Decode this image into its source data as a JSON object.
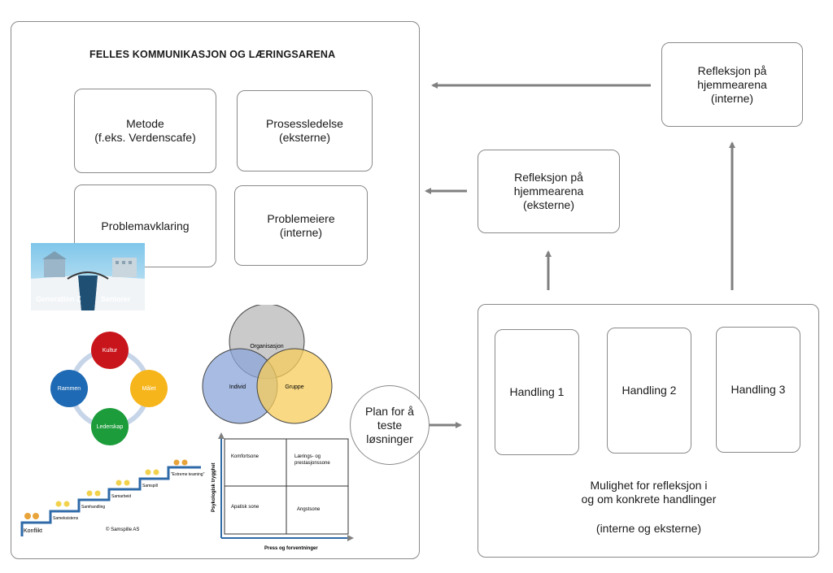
{
  "main_arena": {
    "title": "FELLES KOMMUNIKASJON OG LÆRINGSARENA",
    "boxes": [
      {
        "label": "Metode\n(f.eks. Verdenscafe)"
      },
      {
        "label": "Prosessledelse\n(eksterne)"
      },
      {
        "label": "Problemavklaring"
      },
      {
        "label": "Problemeiere\n(interne)"
      }
    ],
    "generation_image": {
      "left_label": "Generation Z",
      "right_label": "Seniorer"
    },
    "culture_cycle": {
      "top": "Kultur",
      "left": "Rammen",
      "right": "Målet",
      "bottom": "Lederskap",
      "colors": {
        "top": "#c8151b",
        "left": "#1f6ab4",
        "right": "#f7b51c",
        "bottom": "#1c9c3b"
      }
    },
    "venn": {
      "top": "Organisasjon",
      "left": "Individ",
      "right": "Gruppe"
    },
    "stairs": {
      "steps": [
        "Konflikt",
        "Sameksistens",
        "Samhandling",
        "Samarbeid",
        "Samspill",
        "\"Extreme teaming\""
      ],
      "credit": "© Samspille AS"
    },
    "quadrant": {
      "cells": [
        "Komfortsone",
        "Lærings- og\nprestasjonssone",
        "Apatisk sone",
        "Angstsone"
      ],
      "y_label": "Psykologisk trygghet",
      "x_label": "Press og forventninger"
    }
  },
  "plan_circle": {
    "label": "Plan for å\nteste\nløsninger"
  },
  "reflection_external": {
    "label": "Refleksjon på\nhjemmearena\n(eksterne)"
  },
  "reflection_internal": {
    "label": "Refleksjon på\nhjemmearena\n(interne)"
  },
  "actions": {
    "items": [
      {
        "label": "Handling 1"
      },
      {
        "label": "Handling 2"
      },
      {
        "label": "Handling 3"
      }
    ],
    "caption": "Mulighet for refleksjon i\nog om konkrete handlinger",
    "caption_sub": "(interne og eksterne)"
  },
  "colors": {
    "arrow": "#808080",
    "border": "#8a8a8a"
  }
}
